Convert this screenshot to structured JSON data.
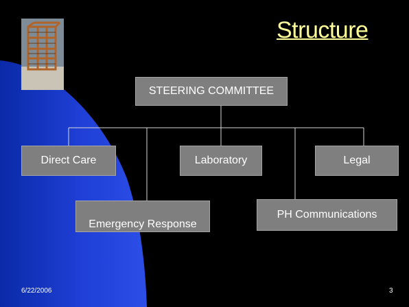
{
  "slide": {
    "title": "Structure",
    "title_color": "#ffff99",
    "background_color": "#000000",
    "accent_shape_color": "#1f3fd6",
    "box_color": "#7f7f7f",
    "photo_description_icon": "building-frame-photo",
    "footer": {
      "date": "6/22/2006",
      "page_number": "3"
    }
  },
  "org_chart": {
    "root": "STEERING COMMITTEE",
    "children": [
      "Direct Care",
      "Emergency Response",
      "Laboratory",
      "PH Communications",
      "Legal"
    ]
  }
}
